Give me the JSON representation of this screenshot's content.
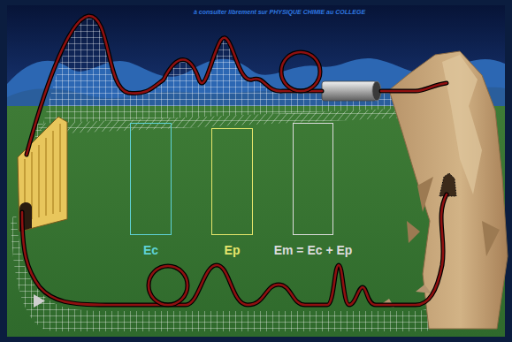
{
  "diagram": {
    "nodes": [
      {
        "text": [
          "Ec"
        ]
      },
      {
        "text": [
          "Ep"
        ]
      },
      {
        "text": [
          "Em = Ec + Ep"
        ]
      }
    ],
    "labels": [
      "à consulter librement sur PHYSIQUE CHIMIE au COLLEGE"
    ]
  }
}
